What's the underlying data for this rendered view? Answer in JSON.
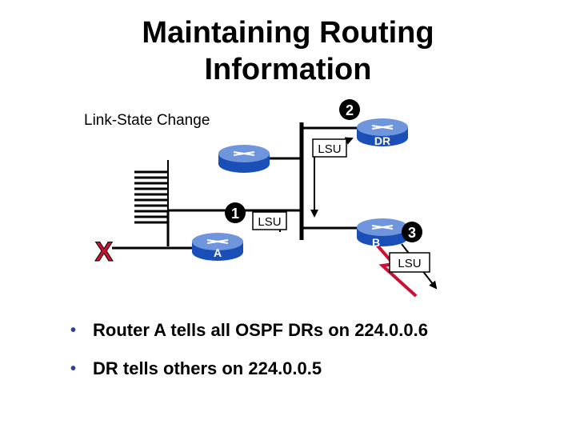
{
  "title": {
    "line1": "Maintaining Routing",
    "line2": "Information"
  },
  "caption": "Link-State Change",
  "steps": {
    "one": "1",
    "two": "2",
    "three": "3"
  },
  "labels": {
    "lsu_a": "LSU",
    "lsu_dr": "LSU",
    "lsu_b": "LSU",
    "router_a": "A",
    "router_b": "B",
    "router_dr": "DR",
    "failure_mark": "X"
  },
  "bullets": [
    "Router A tells all OSPF DRs on 224.0.0.6",
    "DR tells others on 224.0.0.5"
  ],
  "colors": {
    "router_fill": "#1a4fb8",
    "router_top": "#6f95dd",
    "fault_red": "#cc1133",
    "bullet_dot": "#2c3e9e"
  },
  "icons": {
    "router": "router-icon",
    "failure": "x-mark-icon",
    "flash": "lightning-icon"
  }
}
